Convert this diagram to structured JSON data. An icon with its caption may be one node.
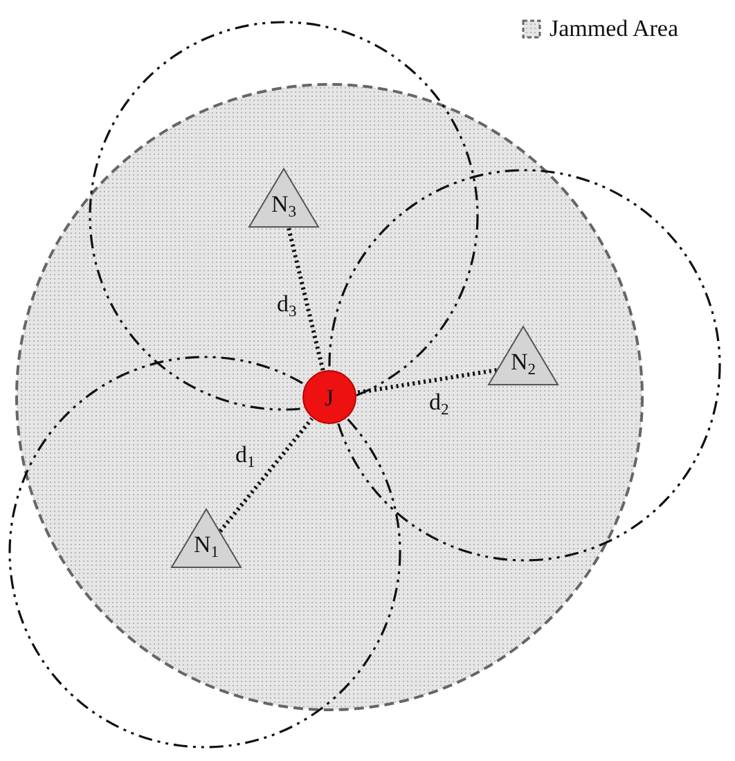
{
  "diagram": {
    "nodes": [
      {
        "text": [
          "N$_{3}$"
        ]
      },
      {
        "text": [
          "N$_{2}$"
        ]
      },
      {
        "text": [
          "J"
        ]
      },
      {
        "text": [
          "N$_{1}$"
        ]
      }
    ],
    "edges": [
      {
        "from": 0,
        "to": 2,
        "arrow": "none",
        "label": "d$_{3}$"
      },
      {
        "from": 1,
        "to": 2,
        "arrow": "none",
        "label": "d$_{2}$"
      },
      {
        "from": 3,
        "to": 2,
        "arrow": "none",
        "label": "d$_{1}$"
      }
    ],
    "legend": [
      {
        "text": "Jammed Area"
      }
    ]
  }
}
